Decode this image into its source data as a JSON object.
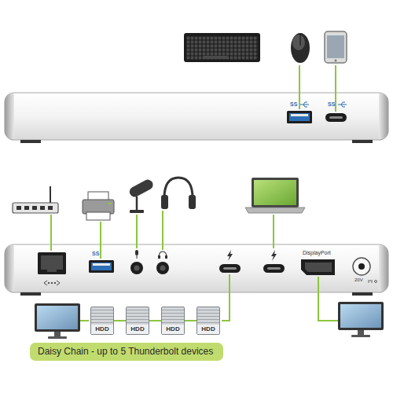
{
  "diagram": {
    "nodes": [
      {
        "text": [
          "HDD"
        ]
      },
      {
        "text": [
          "HDD"
        ]
      },
      {
        "text": [
          "HDD"
        ]
      },
      {
        "text": [
          "HDD"
        ]
      },
      {
        "text": [
          "Daisy Chain - up to 5 Thunderbolt devices"
        ]
      }
    ],
    "edges": [
      {
        "from": 0,
        "to": 1,
        "arrow": "none"
      },
      {
        "from": 1,
        "to": 2,
        "arrow": "none"
      },
      {
        "from": 2,
        "to": 3,
        "arrow": "none"
      }
    ],
    "labels": [
      "SS",
      "SS",
      "SS",
      "DisplayPort",
      "20V"
    ]
  }
}
